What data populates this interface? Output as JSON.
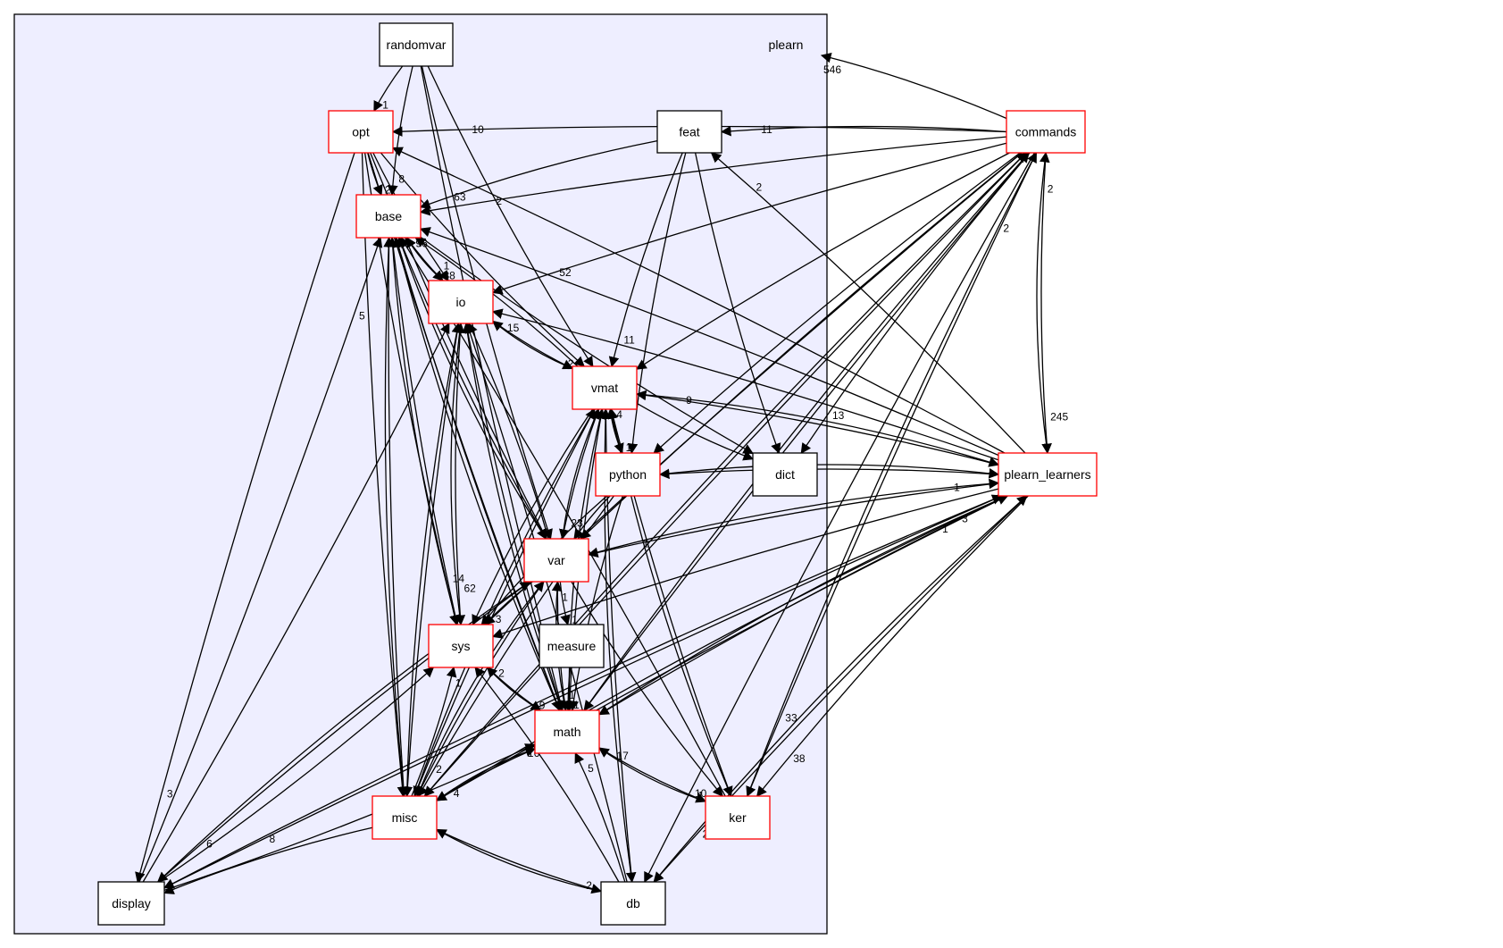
{
  "colors": {
    "cluster_fill": "#eeeeff",
    "cluster_border": "#000000",
    "node_fill": "#ffffff",
    "node_border_default": "#000000",
    "node_border_highlight": "#ff0000",
    "edge": "#000000"
  },
  "cluster": {
    "label": "plearn",
    "incoming_count": "546"
  },
  "nodes": [
    {
      "id": "randomvar",
      "label": "randomvar",
      "highlight": false
    },
    {
      "id": "opt",
      "label": "opt",
      "highlight": true
    },
    {
      "id": "feat",
      "label": "feat",
      "highlight": false
    },
    {
      "id": "base",
      "label": "base",
      "highlight": true
    },
    {
      "id": "io",
      "label": "io",
      "highlight": true
    },
    {
      "id": "vmat",
      "label": "vmat",
      "highlight": true
    },
    {
      "id": "python",
      "label": "python",
      "highlight": true
    },
    {
      "id": "dict",
      "label": "dict",
      "highlight": false
    },
    {
      "id": "var",
      "label": "var",
      "highlight": true
    },
    {
      "id": "sys",
      "label": "sys",
      "highlight": true
    },
    {
      "id": "measure",
      "label": "measure",
      "highlight": false
    },
    {
      "id": "math",
      "label": "math",
      "highlight": true
    },
    {
      "id": "misc",
      "label": "misc",
      "highlight": true
    },
    {
      "id": "ker",
      "label": "ker",
      "highlight": true
    },
    {
      "id": "display",
      "label": "display",
      "highlight": false
    },
    {
      "id": "db",
      "label": "db",
      "highlight": false
    },
    {
      "id": "commands",
      "label": "commands",
      "highlight": true
    },
    {
      "id": "plearn_learners",
      "label": "plearn_learners",
      "highlight": true
    }
  ],
  "edges": [
    {
      "from": "randomvar",
      "to": "opt",
      "label": "1"
    },
    {
      "from": "randomvar",
      "to": "base",
      "label": "8"
    },
    {
      "from": "randomvar",
      "to": "vmat",
      "label": ""
    },
    {
      "from": "randomvar",
      "to": "var",
      "label": ""
    },
    {
      "from": "randomvar",
      "to": "math",
      "label": ""
    },
    {
      "from": "opt",
      "to": "base",
      "label": "2"
    },
    {
      "from": "opt",
      "to": "io",
      "label": "1"
    },
    {
      "from": "opt",
      "to": "vmat",
      "label": ""
    },
    {
      "from": "opt",
      "to": "var",
      "label": ""
    },
    {
      "from": "opt",
      "to": "sys",
      "label": ""
    },
    {
      "from": "opt",
      "to": "math",
      "label": ""
    },
    {
      "from": "opt",
      "to": "misc",
      "label": ""
    },
    {
      "from": "opt",
      "to": "display",
      "label": "3"
    },
    {
      "from": "feat",
      "to": "base",
      "label": "63"
    },
    {
      "from": "feat",
      "to": "vmat",
      "label": "11"
    },
    {
      "from": "feat",
      "to": "python",
      "label": ""
    },
    {
      "from": "feat",
      "to": "dict",
      "label": ""
    },
    {
      "from": "base",
      "to": "io",
      "label": "38"
    },
    {
      "from": "base",
      "to": "sys",
      "label": "14"
    },
    {
      "from": "base",
      "to": "var",
      "label": ""
    },
    {
      "from": "base",
      "to": "math",
      "label": ""
    },
    {
      "from": "base",
      "to": "misc",
      "label": ""
    },
    {
      "from": "base",
      "to": "dict",
      "label": ""
    },
    {
      "from": "io",
      "to": "base",
      "label": "96"
    },
    {
      "from": "io",
      "to": "vmat",
      "label": "2"
    },
    {
      "from": "io",
      "to": "sys",
      "label": "62"
    },
    {
      "from": "io",
      "to": "math",
      "label": ""
    },
    {
      "from": "io",
      "to": "misc",
      "label": ""
    },
    {
      "from": "vmat",
      "to": "base",
      "label": ""
    },
    {
      "from": "vmat",
      "to": "io",
      "label": "15"
    },
    {
      "from": "vmat",
      "to": "python",
      "label": "1"
    },
    {
      "from": "vmat",
      "to": "var",
      "label": "23"
    },
    {
      "from": "vmat",
      "to": "sys",
      "label": ""
    },
    {
      "from": "vmat",
      "to": "math",
      "label": ""
    },
    {
      "from": "vmat",
      "to": "dict",
      "label": "5"
    },
    {
      "from": "vmat",
      "to": "ker",
      "label": ""
    },
    {
      "from": "vmat",
      "to": "db",
      "label": ""
    },
    {
      "from": "vmat",
      "to": "misc",
      "label": ""
    },
    {
      "from": "python",
      "to": "vmat",
      "label": "4"
    },
    {
      "from": "python",
      "to": "var",
      "label": ""
    },
    {
      "from": "python",
      "to": "sys",
      "label": ""
    },
    {
      "from": "python",
      "to": "math",
      "label": ""
    },
    {
      "from": "python",
      "to": "misc",
      "label": ""
    },
    {
      "from": "var",
      "to": "base",
      "label": ""
    },
    {
      "from": "var",
      "to": "io",
      "label": ""
    },
    {
      "from": "var",
      "to": "vmat",
      "label": ""
    },
    {
      "from": "var",
      "to": "sys",
      "label": "3"
    },
    {
      "from": "var",
      "to": "measure",
      "label": "1"
    },
    {
      "from": "var",
      "to": "math",
      "label": "1"
    },
    {
      "from": "var",
      "to": "ker",
      "label": ""
    },
    {
      "from": "var",
      "to": "misc",
      "label": "2"
    },
    {
      "from": "var",
      "to": "display",
      "label": "6"
    },
    {
      "from": "sys",
      "to": "base",
      "label": ""
    },
    {
      "from": "sys",
      "to": "io",
      "label": ""
    },
    {
      "from": "sys",
      "to": "math",
      "label": "9"
    },
    {
      "from": "measure",
      "to": "math",
      "label": "1"
    },
    {
      "from": "math",
      "to": "base",
      "label": ""
    },
    {
      "from": "math",
      "to": "io",
      "label": ""
    },
    {
      "from": "math",
      "to": "vmat",
      "label": ""
    },
    {
      "from": "math",
      "to": "var",
      "label": "1"
    },
    {
      "from": "math",
      "to": "sys",
      "label": "2"
    },
    {
      "from": "math",
      "to": "misc",
      "label": "4"
    },
    {
      "from": "math",
      "to": "ker",
      "label": "1"
    },
    {
      "from": "misc",
      "to": "base",
      "label": ""
    },
    {
      "from": "misc",
      "to": "io",
      "label": ""
    },
    {
      "from": "misc",
      "to": "vmat",
      "label": ""
    },
    {
      "from": "misc",
      "to": "var",
      "label": ""
    },
    {
      "from": "misc",
      "to": "sys",
      "label": "1"
    },
    {
      "from": "misc",
      "to": "math",
      "label": "16"
    },
    {
      "from": "misc",
      "to": "display",
      "label": ""
    },
    {
      "from": "misc",
      "to": "db",
      "label": "2"
    },
    {
      "from": "ker",
      "to": "base",
      "label": ""
    },
    {
      "from": "ker",
      "to": "vmat",
      "label": ""
    },
    {
      "from": "ker",
      "to": "math",
      "label": "17"
    },
    {
      "from": "display",
      "to": "base",
      "label": "5"
    },
    {
      "from": "display",
      "to": "io",
      "label": ""
    },
    {
      "from": "display",
      "to": "var",
      "label": ""
    },
    {
      "from": "display",
      "to": "sys",
      "label": ""
    },
    {
      "from": "display",
      "to": "math",
      "label": ""
    },
    {
      "from": "db",
      "to": "io",
      "label": ""
    },
    {
      "from": "db",
      "to": "vmat",
      "label": ""
    },
    {
      "from": "db",
      "to": "sys",
      "label": ""
    },
    {
      "from": "db",
      "to": "math",
      "label": "5"
    },
    {
      "from": "db",
      "to": "misc",
      "label": ""
    },
    {
      "from": "commands",
      "to": "cluster",
      "label": "546"
    },
    {
      "from": "commands",
      "to": "opt",
      "label": "10"
    },
    {
      "from": "commands",
      "to": "feat",
      "label": "11"
    },
    {
      "from": "commands",
      "to": "base",
      "label": "2"
    },
    {
      "from": "commands",
      "to": "io",
      "label": "52"
    },
    {
      "from": "commands",
      "to": "vmat",
      "label": ""
    },
    {
      "from": "commands",
      "to": "python",
      "label": ""
    },
    {
      "from": "commands",
      "to": "dict",
      "label": "13"
    },
    {
      "from": "commands",
      "to": "var",
      "label": ""
    },
    {
      "from": "commands",
      "to": "sys",
      "label": ""
    },
    {
      "from": "commands",
      "to": "math",
      "label": ""
    },
    {
      "from": "commands",
      "to": "misc",
      "label": ""
    },
    {
      "from": "commands",
      "to": "ker",
      "label": "33"
    },
    {
      "from": "commands",
      "to": "db",
      "label": "10"
    },
    {
      "from": "commands",
      "to": "plearn_learners",
      "label": "245"
    },
    {
      "from": "plearn_learners",
      "to": "commands",
      "label": "2"
    },
    {
      "from": "plearn_learners",
      "to": "opt",
      "label": ""
    },
    {
      "from": "plearn_learners",
      "to": "feat",
      "label": "2"
    },
    {
      "from": "plearn_learners",
      "to": "base",
      "label": ""
    },
    {
      "from": "plearn_learners",
      "to": "io",
      "label": ""
    },
    {
      "from": "plearn_learners",
      "to": "vmat",
      "label": "9"
    },
    {
      "from": "plearn_learners",
      "to": "python",
      "label": ""
    },
    {
      "from": "plearn_learners",
      "to": "var",
      "label": "1"
    },
    {
      "from": "plearn_learners",
      "to": "sys",
      "label": ""
    },
    {
      "from": "plearn_learners",
      "to": "math",
      "label": ""
    },
    {
      "from": "plearn_learners",
      "to": "misc",
      "label": ""
    },
    {
      "from": "plearn_learners",
      "to": "ker",
      "label": "38"
    },
    {
      "from": "plearn_learners",
      "to": "display",
      "label": "8"
    },
    {
      "from": "plearn_learners",
      "to": "db",
      "label": "2"
    },
    {
      "from": "var",
      "to": "plearn_learners",
      "label": "1"
    },
    {
      "from": "math",
      "to": "plearn_learners",
      "label": "3"
    },
    {
      "from": "misc",
      "to": "plearn_learners",
      "label": "1"
    },
    {
      "from": "vmat",
      "to": "plearn_learners",
      "label": ""
    },
    {
      "from": "math",
      "to": "commands",
      "label": ""
    },
    {
      "from": "misc",
      "to": "commands",
      "label": ""
    },
    {
      "from": "ker",
      "to": "commands",
      "label": "2"
    },
    {
      "from": "display",
      "to": "plearn_learners",
      "label": ""
    },
    {
      "from": "db",
      "to": "plearn_learners",
      "label": ""
    },
    {
      "from": "python",
      "to": "plearn_learners",
      "label": ""
    }
  ]
}
